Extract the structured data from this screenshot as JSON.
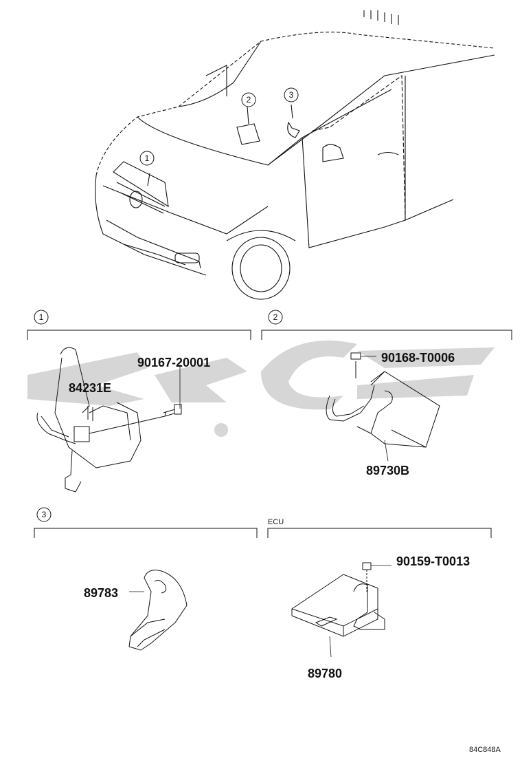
{
  "callouts": [
    "1",
    "2",
    "3"
  ],
  "section_labels": {
    "ecu": "ECU"
  },
  "parts": {
    "p84231E": "84231E",
    "p90167": "90167-20001",
    "p90168": "90168-T0006",
    "p89730B": "89730B",
    "p89783": "89783",
    "p90159": "90159-T0013",
    "p89780": "89780"
  },
  "diagram_code": "84C848A",
  "colors": {
    "line": "#111111",
    "watermark": "#c8c8c8"
  }
}
